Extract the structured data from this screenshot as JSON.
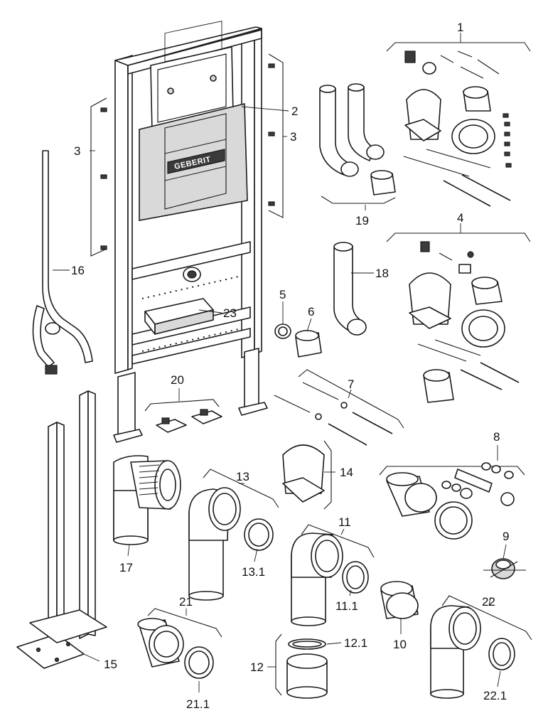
{
  "brand": "GEBERIT",
  "callouts": {
    "c1": "1",
    "c2": "2",
    "c3a": "3",
    "c3b": "3",
    "c4": "4",
    "c5": "5",
    "c6": "6",
    "c7": "7",
    "c8": "8",
    "c9": "9",
    "c10": "10",
    "c11": "11",
    "c11_1": "11.1",
    "c12": "12",
    "c12_1": "12.1",
    "c13": "13",
    "c13_1": "13.1",
    "c14": "14",
    "c15": "15",
    "c16": "16",
    "c17": "17",
    "c18": "18",
    "c19": "19",
    "c20": "20",
    "c21": "21",
    "c21_1": "21.1",
    "c22": "22",
    "c22_1": "22.1",
    "c23": "23"
  }
}
